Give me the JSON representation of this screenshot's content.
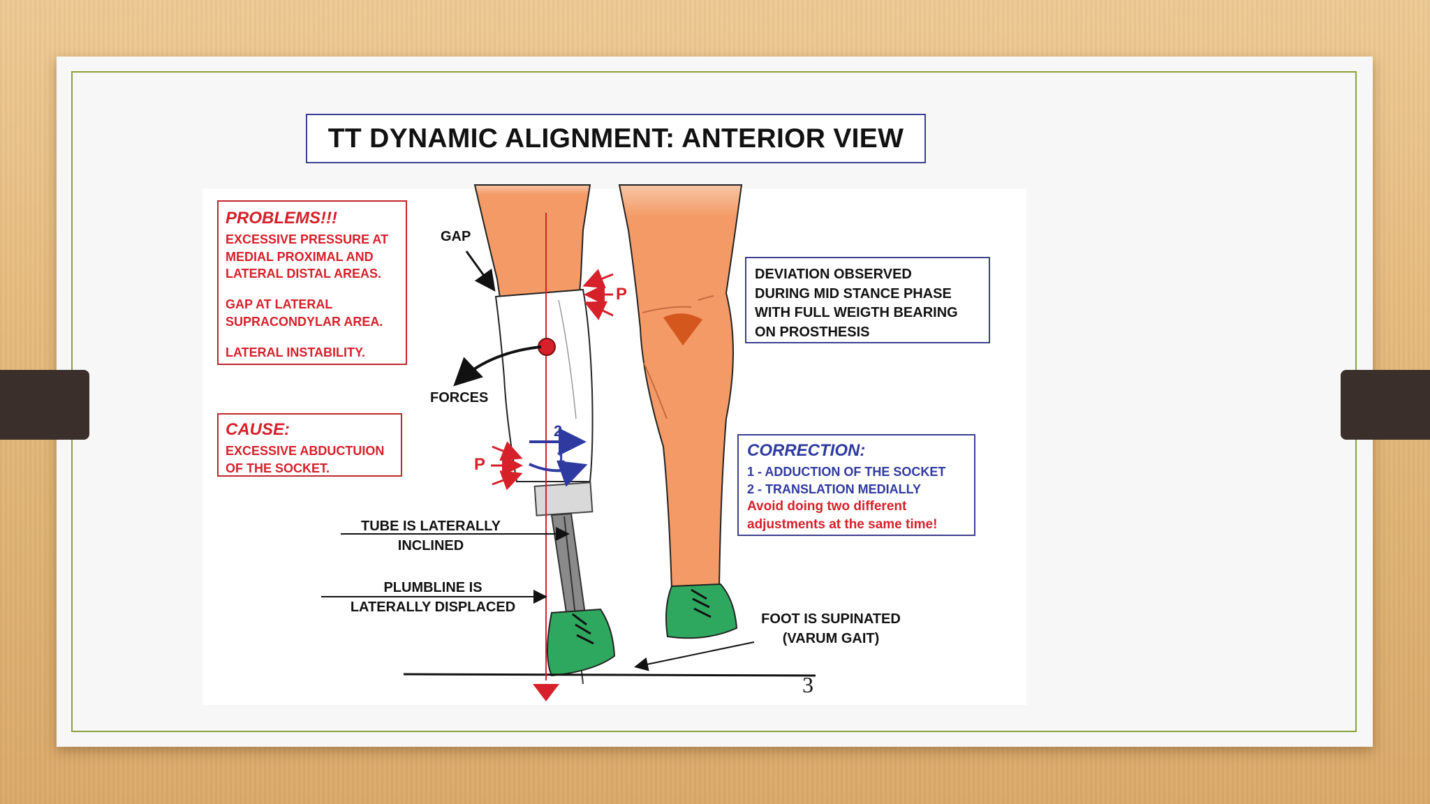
{
  "slide": {
    "title": "TT DYNAMIC ALIGNMENT: ANTERIOR VIEW",
    "slide_number": "3"
  },
  "problems_box": {
    "heading": "PROBLEMS!!!",
    "lines": [
      "EXCESSIVE PRESSURE AT",
      "MEDIAL PROXIMAL AND",
      "LATERAL DISTAL AREAS.",
      "GAP AT LATERAL",
      "SUPRACONDYLAR AREA.",
      "LATERAL INSTABILITY."
    ]
  },
  "cause_box": {
    "heading": "CAUSE:",
    "lines": [
      "EXCESSIVE ABDUCTUION",
      "OF THE SOCKET."
    ]
  },
  "deviation_box": {
    "lines": [
      "DEVIATION OBSERVED",
      "DURING MID STANCE PHASE",
      "WITH FULL WEIGTH BEARING",
      "ON PROSTHESIS"
    ]
  },
  "correction_box": {
    "heading": "CORRECTION:",
    "steps": [
      "1 - ADDUCTION OF THE SOCKET",
      "2 - TRANSLATION  MEDIALLY"
    ],
    "warning": [
      "Avoid doing two different",
      "adjustments at the same time!"
    ]
  },
  "labels": {
    "gap": "GAP",
    "forces": "FORCES",
    "pressure_upper": "P",
    "pressure_lower": "P",
    "arrow_2": "2",
    "arrow_1": "1",
    "tube": [
      "TUBE IS LATERALLY",
      "INCLINED"
    ],
    "plumbline": [
      "PLUMBLINE IS",
      "LATERALLY DISPLACED"
    ],
    "foot": [
      "FOOT IS SUPINATED",
      "(VARUM GAIT)"
    ]
  },
  "colors": {
    "skin": "#f49a66",
    "socket": "#ffffff",
    "shoe": "#2fa85f",
    "plumbline": "#d6202a",
    "correction_blue": "#2f3aa0",
    "frame_green": "#8aa13b"
  }
}
